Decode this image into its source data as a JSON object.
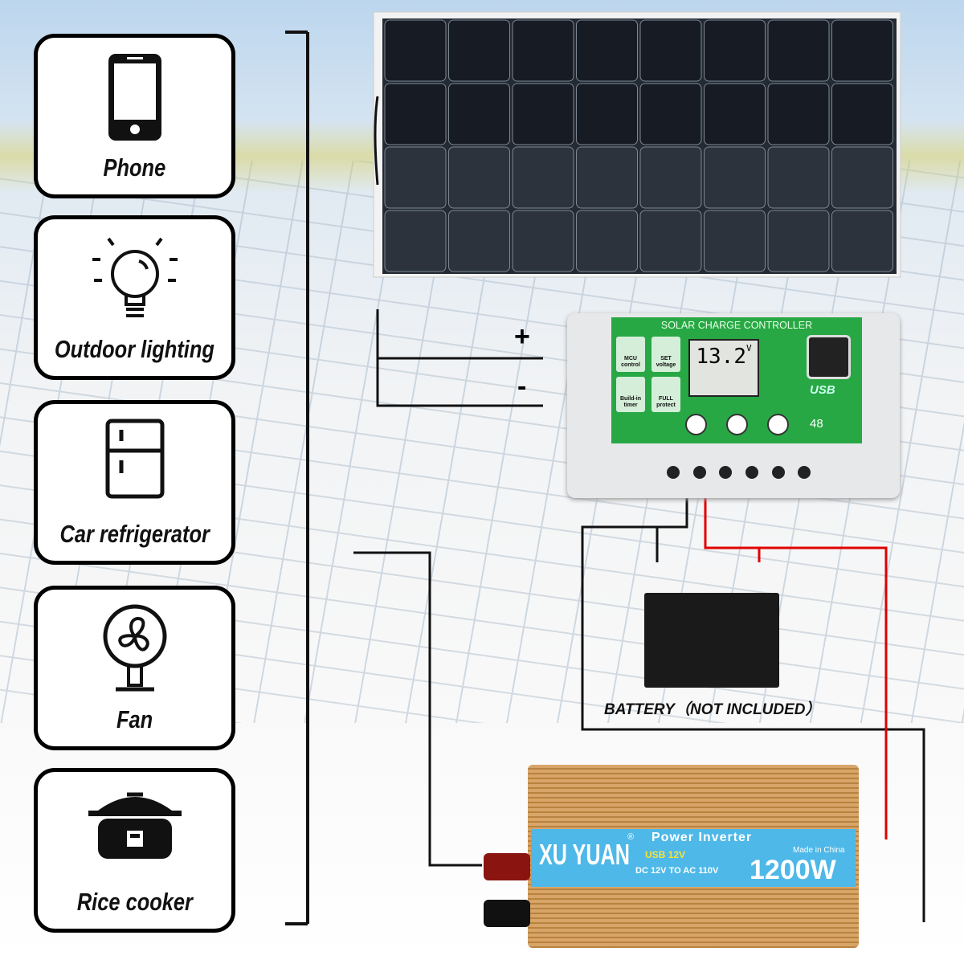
{
  "appliances": [
    {
      "label": "Phone",
      "icon": "phone-icon"
    },
    {
      "label": "Outdoor lighting",
      "icon": "lightbulb-icon"
    },
    {
      "label": "Car refrigerator",
      "icon": "refrigerator-icon"
    },
    {
      "label": "Fan",
      "icon": "fan-icon"
    },
    {
      "label": "Rice cooker",
      "icon": "rice-cooker-icon"
    }
  ],
  "wiring": {
    "plus": "+",
    "minus": "-"
  },
  "controller": {
    "title": "SOLAR CHARGE CONTROLLER",
    "display": "13.2",
    "unit": "V",
    "features": [
      "MCU control",
      "SET voltage",
      "Build-in timer",
      "FULL protect"
    ],
    "usb": "USB",
    "model": "48"
  },
  "battery": {
    "label": "BATTERY（NOT INCLUDED）"
  },
  "inverter": {
    "brand": "XU YUAN",
    "reg": "®",
    "title": "Power Inverter",
    "usb": "USB 12V",
    "conversion": "DC 12V TO AC 110V",
    "origin": "Made in China",
    "power": "1200W"
  },
  "colors": {
    "controller_green": "#27a844",
    "inverter_blue": "#4eb8e8",
    "positive_wire": "#e00000"
  }
}
